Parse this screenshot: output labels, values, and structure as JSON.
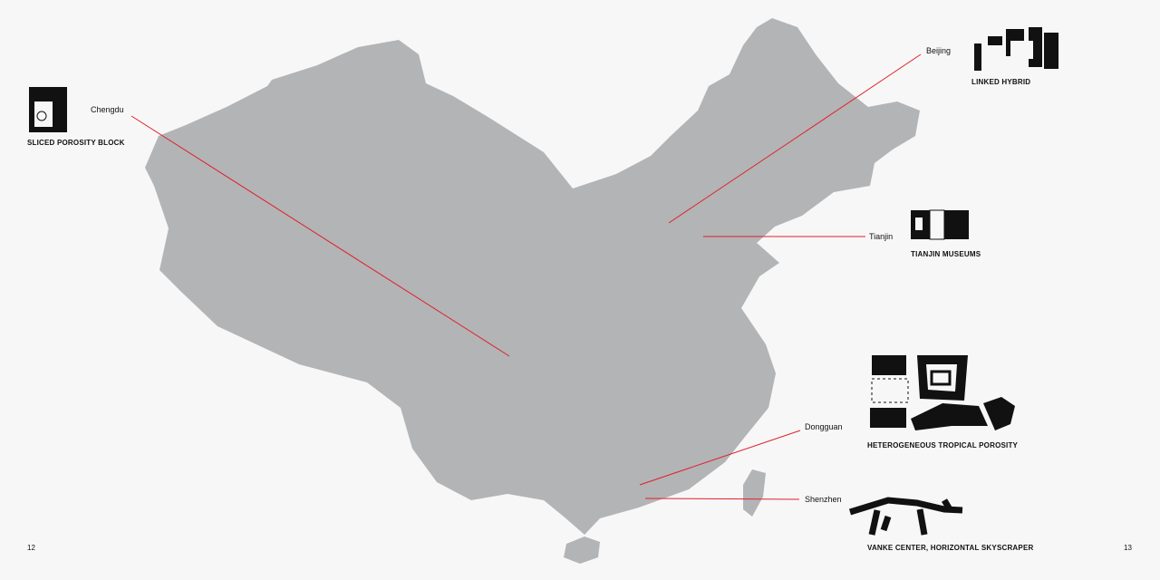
{
  "page_numbers": {
    "left": "12",
    "right": "13"
  },
  "map": {
    "land_color": "#b3b4b6",
    "line_color": "#e0202a"
  },
  "cities": [
    {
      "name": "Chengdu"
    },
    {
      "name": "Beijing"
    },
    {
      "name": "Tianjin"
    },
    {
      "name": "Dongguan"
    },
    {
      "name": "Shenzhen"
    }
  ],
  "projects": [
    {
      "title": "SLICED POROSITY BLOCK",
      "city": "Chengdu"
    },
    {
      "title": "LINKED HYBRID",
      "city": "Beijing"
    },
    {
      "title": "TIANJIN MUSEUMS",
      "city": "Tianjin"
    },
    {
      "title": "HETEROGENEOUS TROPICAL POROSITY",
      "city": "Dongguan"
    },
    {
      "title": "VANKE CENTER, HORIZONTAL SKYSCRAPER",
      "city": "Shenzhen"
    }
  ]
}
